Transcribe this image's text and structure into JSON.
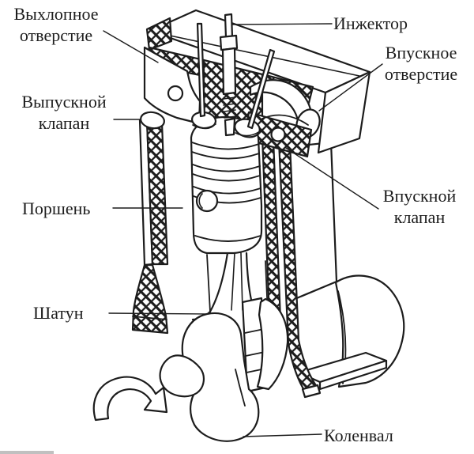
{
  "colors": {
    "ink": "#1c1c1c",
    "paper": "#ffffff"
  },
  "labels": {
    "exhaust_port": {
      "line1": "Выхлопное",
      "line2": "отверстие"
    },
    "injector": {
      "text": "Инжектор"
    },
    "intake_port": {
      "line1": "Впускное",
      "line2": "отверстие"
    },
    "exhaust_valve": {
      "line1": "Выпускной",
      "line2": "клапан"
    },
    "intake_valve": {
      "line1": "Впускной",
      "line2": "клапан"
    },
    "piston": {
      "text": "Поршень"
    },
    "connecting_rod": {
      "text": "Шатун"
    },
    "crankshaft": {
      "text": "Коленвал"
    }
  }
}
